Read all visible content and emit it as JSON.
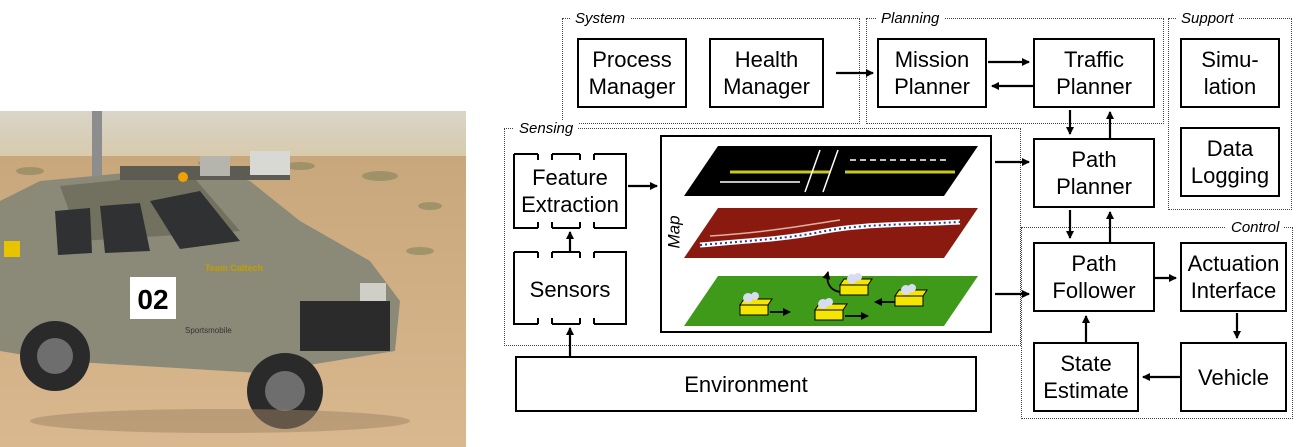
{
  "photo": {
    "vehicle_decals": {
      "team": "Team Caltech",
      "number": "02",
      "brand": "Sportsmobile"
    }
  },
  "groups": {
    "system": "System",
    "planning": "Planning",
    "support": "Support",
    "sensing": "Sensing",
    "control": "Control"
  },
  "boxes": {
    "process_manager": "Process\nManager",
    "health_manager": "Health\nManager",
    "mission_planner": "Mission\nPlanner",
    "traffic_planner": "Traffic\nPlanner",
    "simulation": "Simu-\nlation",
    "data_logging": "Data\nLogging",
    "feature_extraction": "Feature\nExtraction",
    "sensors": "Sensors",
    "path_planner": "Path\nPlanner",
    "path_follower": "Path\nFollower",
    "actuation_interface": "Actuation\nInterface",
    "state_estimate": "State\nEstimate",
    "vehicle": "Vehicle",
    "environment": "Environment"
  },
  "map": {
    "label": "Map"
  },
  "colors": {
    "road": "#000000",
    "lane_yellow": "#c8c820",
    "cost_map": "#8a1a10",
    "ground": "#3f9a1a",
    "obstacle": "#f5e600"
  }
}
